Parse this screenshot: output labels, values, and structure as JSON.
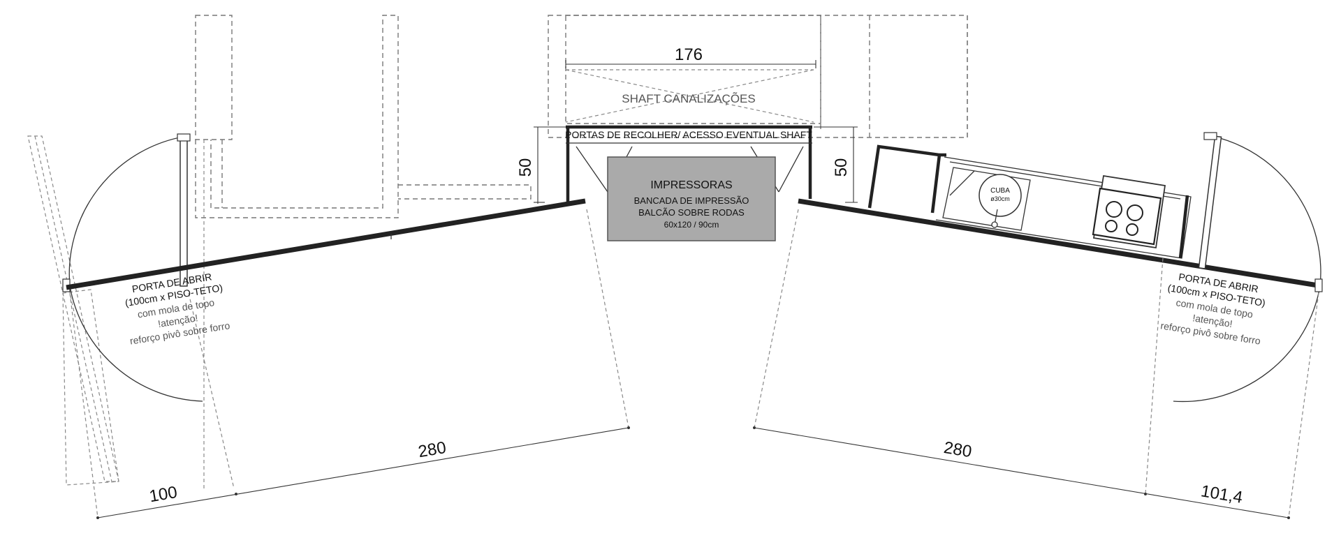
{
  "dimensions": {
    "shaft_width": "176",
    "left_depth": "50",
    "right_depth": "50",
    "left_wall": "280",
    "left_door": "100",
    "right_wall": "280",
    "right_door": "101,4"
  },
  "labels": {
    "shaft": "SHAFT CANALIZAÇÕES",
    "sliding_doors": "PORTAS DE RECOLHER/ ACESSO EVENTUAL SHAFT",
    "printers_title": "IMPRESSORAS",
    "printers_line1": "BANCADA DE IMPRESSÃO",
    "printers_line2": "BALCÃO SOBRE RODAS",
    "printers_line3": "60x120 / 90cm",
    "sink_name": "CUBA",
    "sink_size": "ø30cm"
  },
  "door_left": {
    "line1": "PORTA DE ABRIR",
    "line2": "(100cm x PISO-TETO)",
    "line3": "com mola de topo",
    "line4": "!atenção!",
    "line5": "reforço pivô sobre forro"
  },
  "door_right": {
    "line1": "PORTA DE ABRIR",
    "line2": "(100cm x PISO-TETO)",
    "line3": "com mola de topo",
    "line4": "!atenção!",
    "line5": "reforço pivô sobre forro"
  },
  "colors": {
    "wall": "#222222",
    "printer_box": "#aaaaaa",
    "dashed": "#777777"
  }
}
